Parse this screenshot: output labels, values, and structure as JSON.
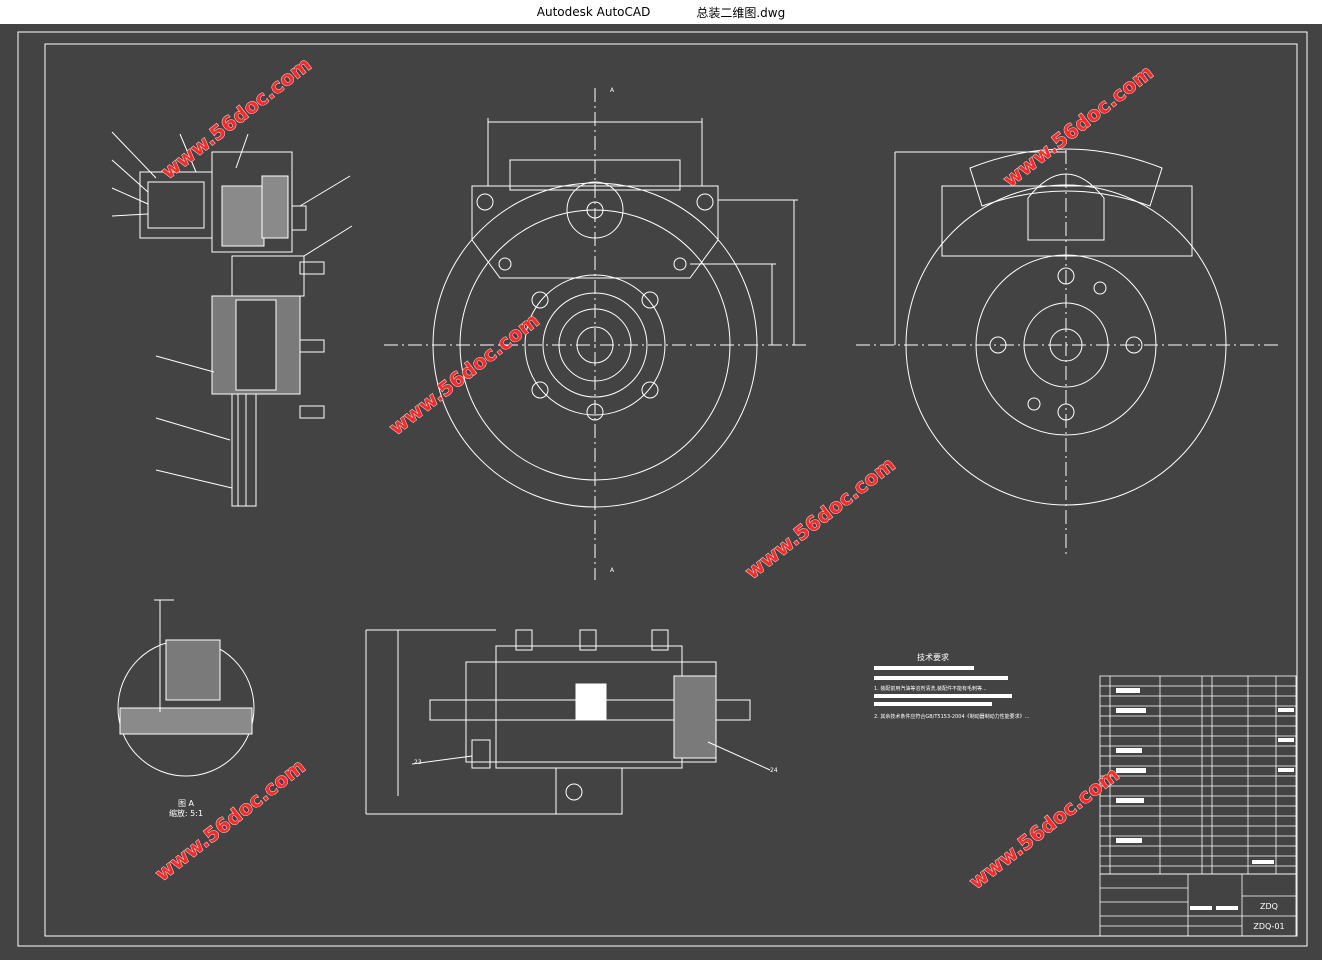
{
  "window": {
    "app_name": "Autodesk AutoCAD",
    "file_name": "总装二维图.dwg"
  },
  "drawing": {
    "watermark_text": "www.56doc.com",
    "watermark_color": "#ff2a2a",
    "canvas_color": "#434343",
    "line_color": "#ffffff",
    "section_marker": "A",
    "detail_view": {
      "title": "图  A",
      "scale": "缩放: 5:1"
    },
    "balloons": [
      "23",
      "24"
    ],
    "tech_requirements": {
      "title": "技术要求",
      "lines": [
        "1. 装配前用汽油等溶剂清洗,装配件不能有毛刺等...",
        "2. 其余技术条件应符合GB/T5153-2004《制动器制动力性能要求》..."
      ]
    },
    "title_block": {
      "drawing_name": "ZDQ",
      "drawing_number": "ZDQ-01"
    }
  }
}
